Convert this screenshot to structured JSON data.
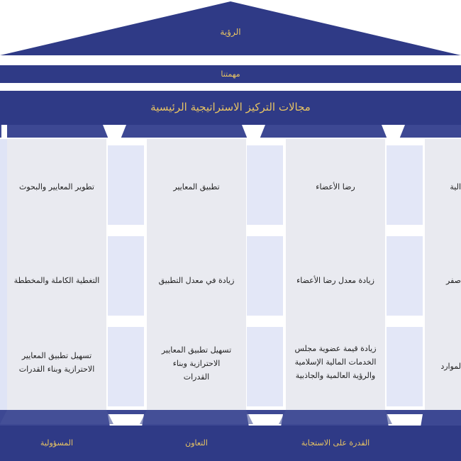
{
  "vision": {
    "label": "الرؤية"
  },
  "mission": {
    "label": "مهمتنا"
  },
  "focus": {
    "title": "مجالات التركيز الاستراتيجية الرئيسية"
  },
  "pillars": [
    {
      "rows": [
        "تطوير المعايير والبحوث",
        "التغطية الكاملة والمخططة",
        "تسهيل تطبيق المعايير الاحترازية وبناء القدرات"
      ]
    },
    {
      "rows": [
        "تطبيق المعايير",
        "زيادة في معدل التطبيق",
        "تسهيل تطبيق المعايير الاحترازية وبناء القدرات"
      ]
    },
    {
      "rows": [
        "رضا الأعضاء",
        "زيادة معدل رضا الأعضاء",
        "زيادة قيمة عضوية مجلس الخدمات المالية الإسلامية والرؤية العالمية والجاذبية"
      ]
    },
    {
      "rows": [
        "الية",
        "صفر",
        "لموارد"
      ]
    }
  ],
  "values": [
    "المسؤولية",
    "التعاون",
    "القدرة على الاستجابة"
  ],
  "colors": {
    "navy": "#2f3a86",
    "gold": "#e8c463",
    "pillar": "#e9eaf0"
  }
}
